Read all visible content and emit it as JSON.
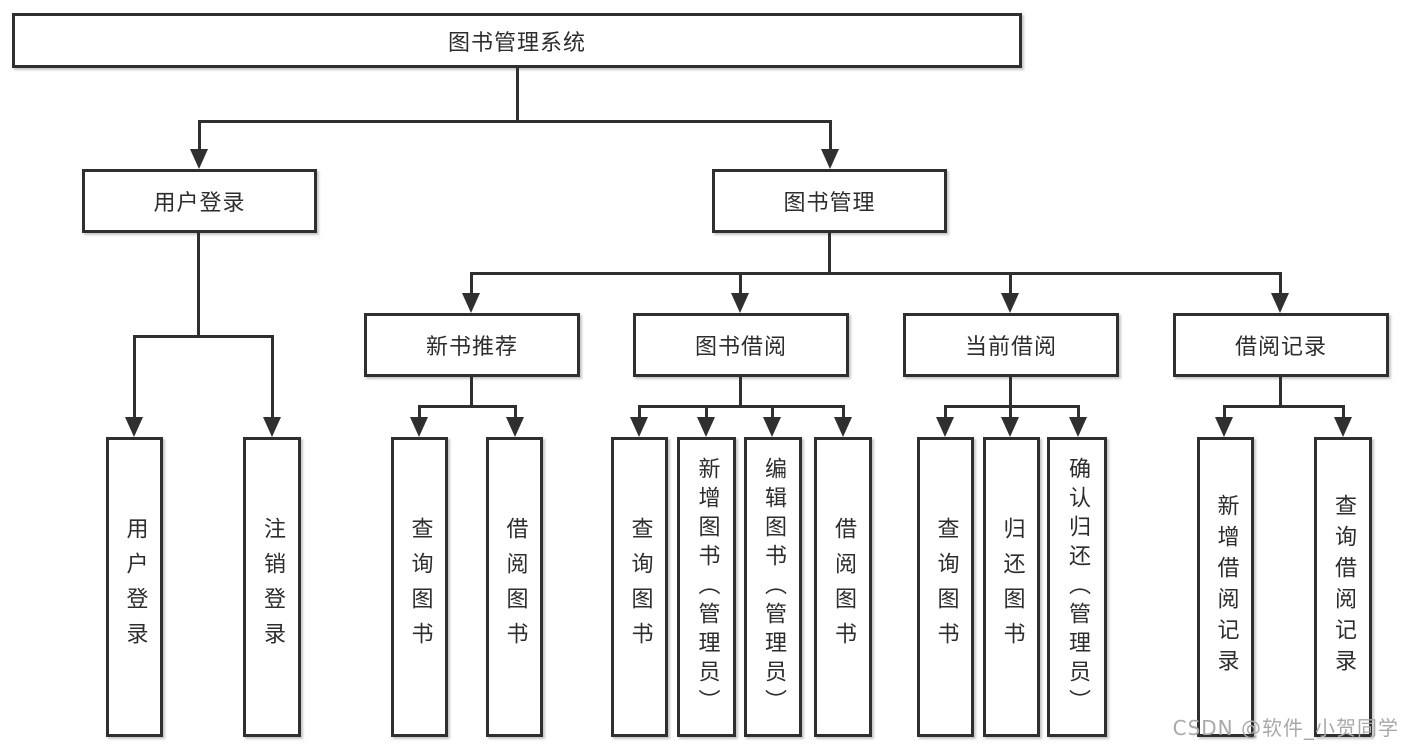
{
  "diagram": {
    "type": "hierarchy-tree",
    "watermark": "CSDN @软件_小贺同学",
    "colors": {
      "background": "#ffffff",
      "line": "#2f2f2f",
      "box_border": "#2f2f2f",
      "text": "#2d2d2d",
      "watermark_text": "#a9a9a9"
    },
    "tree": {
      "root": {
        "label": "图书管理系统",
        "children": [
          {
            "label": "用户登录",
            "children": [
              {
                "label": "用户登录"
              },
              {
                "label": "注销登录"
              }
            ]
          },
          {
            "label": "图书管理",
            "children": [
              {
                "label": "新书推荐",
                "children": [
                  {
                    "label": "查询图书"
                  },
                  {
                    "label": "借阅图书"
                  }
                ]
              },
              {
                "label": "图书借阅",
                "children": [
                  {
                    "label": "查询图书"
                  },
                  {
                    "label": "新增图书（管理员）"
                  },
                  {
                    "label": "编辑图书（管理员）"
                  },
                  {
                    "label": "借阅图书"
                  }
                ]
              },
              {
                "label": "当前借阅",
                "children": [
                  {
                    "label": "查询图书"
                  },
                  {
                    "label": "归还图书"
                  },
                  {
                    "label": "确认归还（管理员）"
                  }
                ]
              },
              {
                "label": "借阅记录",
                "children": [
                  {
                    "label": "新增借阅记录"
                  },
                  {
                    "label": "查询借阅记录"
                  }
                ]
              }
            ]
          }
        ]
      }
    }
  }
}
